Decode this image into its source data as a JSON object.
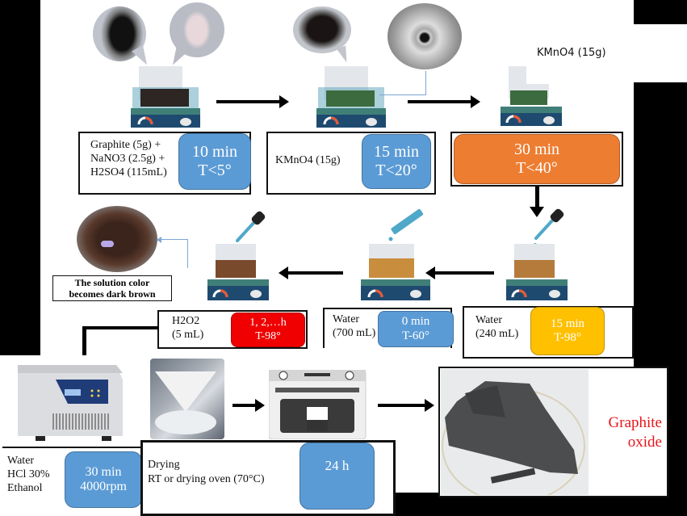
{
  "steps": {
    "step1": {
      "reagents": [
        "Graphite (5g) +",
        "NaNO3 (2.5g) +",
        "H2SO4 (115mL)"
      ],
      "time": "10 min",
      "temp": "T<5°",
      "color": "#5b9bd5"
    },
    "step2": {
      "reagents": [
        "KMnO4 (15g)"
      ],
      "time": "15 min",
      "temp": "T<20°",
      "color": "#5b9bd5"
    },
    "step3": {
      "top_label": "KMnO4 (15g)",
      "time": "30 min",
      "temp": "T<40°",
      "color": "#ed7d31"
    },
    "step4": {
      "reagents": [
        "Water",
        "(240 mL)"
      ],
      "time": "15 min",
      "temp": "T-98°",
      "color": "#ffc000"
    },
    "step5": {
      "reagents": [
        "Water",
        "(700 mL)"
      ],
      "time": "0 min",
      "temp": "T-60°",
      "color": "#5b9bd5"
    },
    "step6": {
      "reagents": [
        "H2O2",
        "(5 mL)"
      ],
      "time": "1, 2,…h",
      "temp": "T-98°",
      "color": "#f00000"
    },
    "step6_note": {
      "line1": "The solution color",
      "line2": "becomes dark brown"
    },
    "step7": {
      "reagents": [
        "Water",
        "HCl 30%",
        "Ethanol"
      ],
      "time": "30 min",
      "speed": "4000rpm",
      "color": "#5b9bd5"
    },
    "step8": {
      "line1": "Drying",
      "line2": "RT or  drying oven (70°C)",
      "time": "24 h",
      "color": "#5b9bd5"
    },
    "product": {
      "line1": "Graphite",
      "line2": "oxide",
      "color": "#e8141c"
    }
  },
  "icons": {
    "hotplate": "magnetic-stirrer-hotplate",
    "dropper": "dropper",
    "pipette": "pipette",
    "centrifuge": "centrifuge",
    "filter": "filter-funnel",
    "oven": "drying-oven"
  }
}
